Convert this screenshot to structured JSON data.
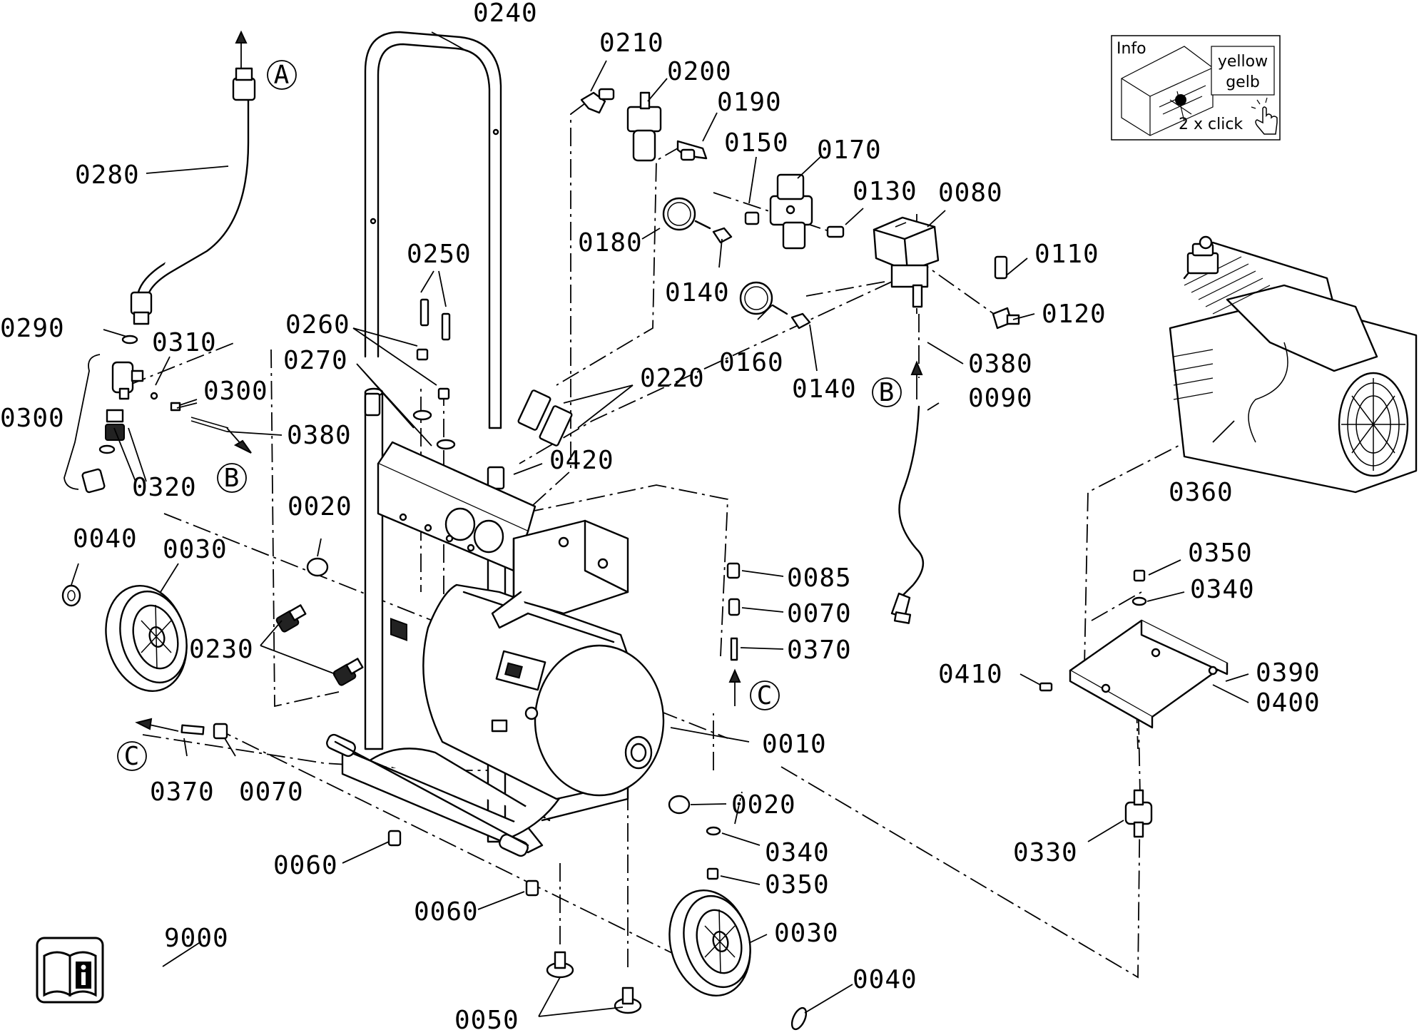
{
  "labels": {
    "p0240": "0240",
    "p0210": "0210",
    "p0200": "0200",
    "p0190": "0190",
    "p0150": "0150",
    "p0170": "0170",
    "p0130": "0130",
    "p0080": "0080",
    "p0280": "0280",
    "p0180": "0180",
    "p0140a": "0140",
    "p0250": "0250",
    "p0110": "0110",
    "p0120": "0120",
    "p0290": "0290",
    "p0260": "0260",
    "p0310": "0310",
    "p0270": "0270",
    "p0160": "0160",
    "p0140b": "0140",
    "p0380a": "0380",
    "p0300a": "0300",
    "p0300b": "0300",
    "p0220": "0220",
    "p0090": "0090",
    "p0380b": "0380",
    "p0320": "0320",
    "p0420": "0420",
    "p0360": "0360",
    "p0020a": "0020",
    "p0040a": "0040",
    "p0030a": "0030",
    "p0350a": "0350",
    "p0085": "0085",
    "p0340a": "0340",
    "p0070a": "0070",
    "p0230": "0230",
    "p0370a": "0370",
    "p0410": "0410",
    "p0390": "0390",
    "p0400": "0400",
    "p0010": "0010",
    "p0370b": "0370",
    "p0070b": "0070",
    "p0020b": "0020",
    "p0340b": "0340",
    "p0330": "0330",
    "p0060a": "0060",
    "p0350b": "0350",
    "p0060b": "0060",
    "p9000": "9000",
    "p0030b": "0030",
    "p0040b": "0040",
    "p0050": "0050"
  },
  "connectors": {
    "a": "A",
    "b_left": "B",
    "b_right": "B",
    "c_left": "C",
    "c_right": "C"
  },
  "info_box": {
    "title": "Info",
    "color_en": "yellow",
    "color_de": "gelb",
    "hint": "2 x click"
  },
  "icons": {
    "manual": "manual-info-icon",
    "hand": "hand-pointer-icon"
  }
}
